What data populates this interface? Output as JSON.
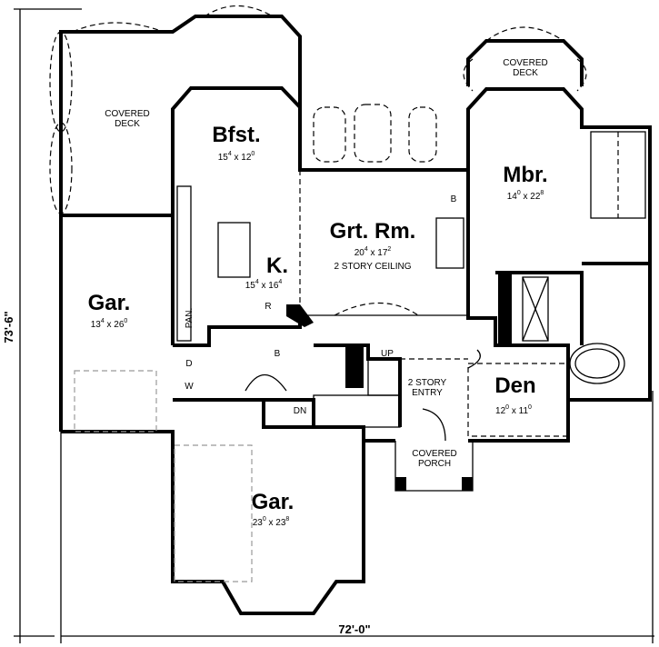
{
  "rooms": {
    "bfst": {
      "name": "Bfst.",
      "w": "15",
      "wi": "4",
      "d": "12",
      "di": "0"
    },
    "kitchen": {
      "name": "K.",
      "w": "15",
      "wi": "4",
      "d": "16",
      "di": "4"
    },
    "grt_rm": {
      "name": "Grt. Rm.",
      "w": "20",
      "wi": "4",
      "d": "17",
      "di": "2",
      "note": "2 STORY CEILING"
    },
    "mbr": {
      "name": "Mbr.",
      "w": "14",
      "wi": "0",
      "d": "22",
      "di": "8"
    },
    "den": {
      "name": "Den",
      "w": "12",
      "wi": "0",
      "d": "11",
      "di": "0"
    },
    "gar_side": {
      "name": "Gar.",
      "w": "13",
      "wi": "4",
      "d": "26",
      "di": "0"
    },
    "gar_main": {
      "name": "Gar.",
      "w": "23",
      "wi": "0",
      "d": "23",
      "di": "8"
    }
  },
  "labels": {
    "covered": "COVERED",
    "deck": "DECK",
    "porch": "PORCH",
    "two_story": "2 STORY",
    "entry": "ENTRY",
    "up": "UP",
    "dn": "DN",
    "pantry": "PAN.",
    "refrigerator": "R",
    "bench1": "B",
    "bench2": "B",
    "dryer": "D",
    "washer": "W",
    "times": "x"
  },
  "dimensions": {
    "depth": "73'-6\"",
    "width": "72'-0\""
  }
}
